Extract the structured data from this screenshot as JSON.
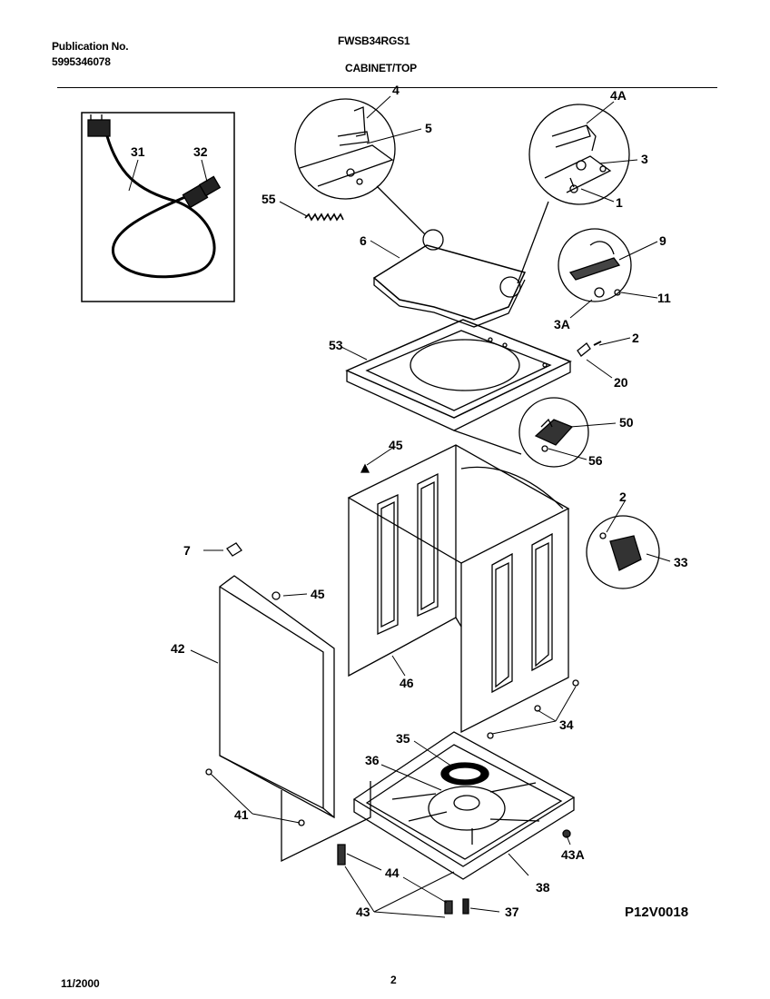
{
  "header": {
    "publication_label": "Publication No.",
    "publication_number": "5995346078",
    "model": "FWSB34RGS1",
    "section": "CABINET/TOP"
  },
  "callouts": {
    "p1": "1",
    "p2a": "2",
    "p2b": "2",
    "p3": "3",
    "p3a": "3A",
    "p4": "4",
    "p4a": "4A",
    "p5": "5",
    "p6": "6",
    "p7": "7",
    "p9": "9",
    "p11": "11",
    "p20": "20",
    "p31": "31",
    "p32": "32",
    "p33": "33",
    "p34": "34",
    "p35": "35",
    "p36": "36",
    "p37": "37",
    "p38": "38",
    "p41": "41",
    "p42": "42",
    "p43": "43",
    "p43a": "43A",
    "p44": "44",
    "p45a": "45",
    "p45b": "45",
    "p46": "46",
    "p50": "50",
    "p53": "53",
    "p55": "55",
    "p56": "56"
  },
  "footer": {
    "drawing_code": "P12V0018",
    "date": "11/2000",
    "page": "2"
  }
}
